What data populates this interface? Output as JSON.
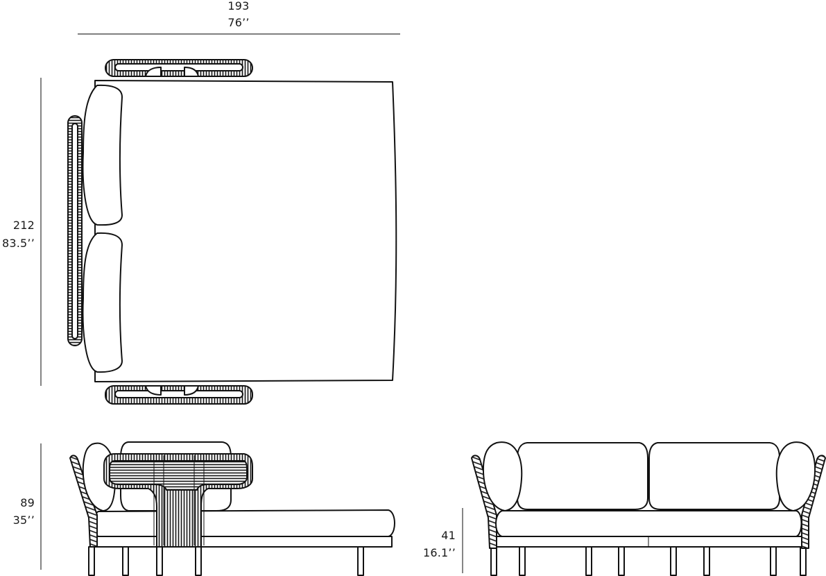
{
  "dimensions": {
    "width": {
      "metric": "193",
      "imperial": "76’’"
    },
    "depth": {
      "metric": "212",
      "imperial": "83.5’’"
    },
    "height": {
      "metric": "89",
      "imperial": "35’’"
    },
    "seat_height": {
      "metric": "41",
      "imperial": "16.1’’"
    }
  },
  "views": [
    "top-view",
    "side-view",
    "front-view"
  ]
}
